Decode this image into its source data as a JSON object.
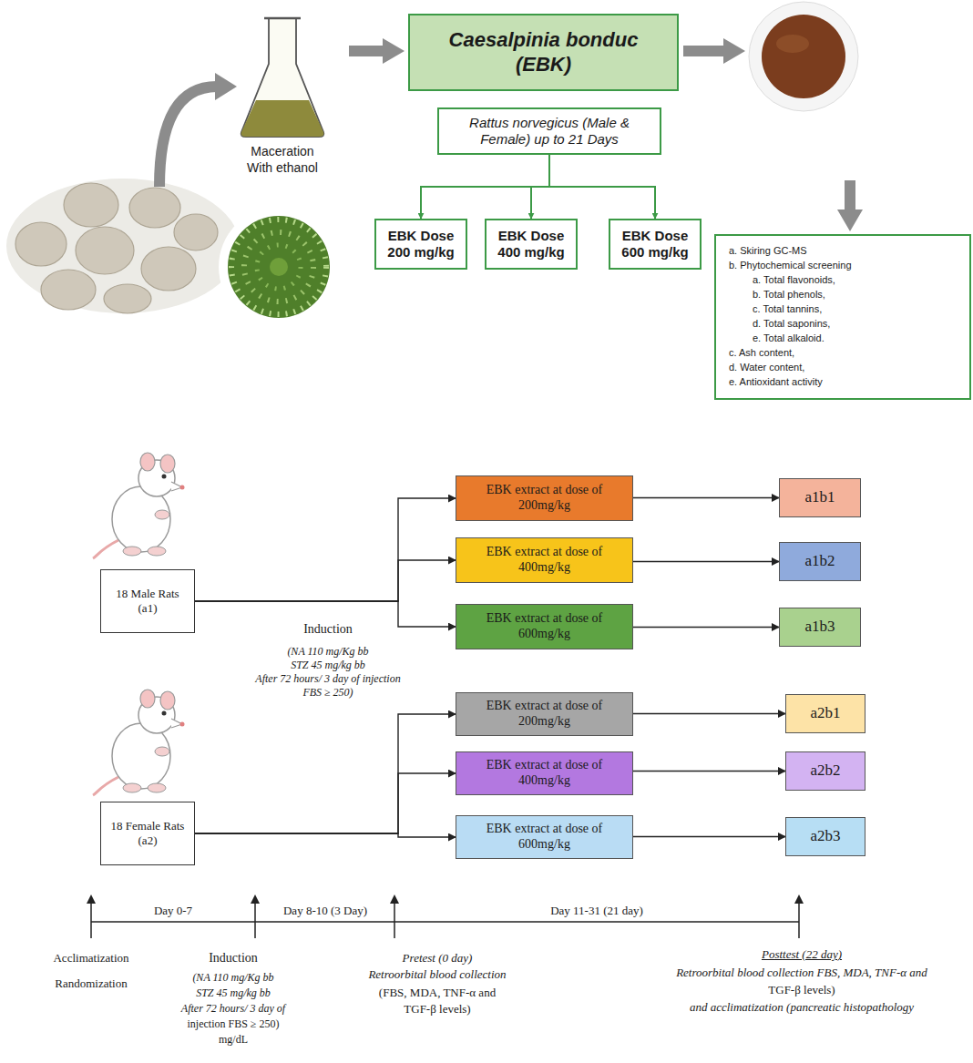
{
  "diagram": {
    "nodes": [
      {
        "text": [
          "Caesalpinia bonduc (EBK)"
        ]
      },
      {
        "text": [
          "Rattus norvegicus (Male & Female) up to 21 Days"
        ]
      },
      {
        "text": [
          "EBK Dose 200 mg/kg"
        ]
      },
      {
        "text": [
          "EBK Dose 400 mg/kg"
        ]
      },
      {
        "text": [
          "EBK Dose 600 mg/kg"
        ]
      },
      {
        "text": [
          "a. Skiring GC-MS",
          "b. Phytochemical screening",
          "a. Total flavonoids,",
          "b. Total phenols,",
          "c. Total tannins,",
          "d. Total saponins,",
          "e. Total alkaloid.",
          "c. Ash content,",
          "d. Water content,",
          "e. Antioxidant activity"
        ]
      },
      {
        "text": [
          "18 Male Rats (a1)"
        ]
      },
      {
        "text": [
          "18 Female Rats (a2)"
        ]
      },
      {
        "text": [
          "EBK extract at dose of 200mg/kg"
        ]
      },
      {
        "text": [
          "EBK extract at dose of 400mg/kg"
        ]
      },
      {
        "text": [
          "EBK extract at dose of 600mg/kg"
        ]
      },
      {
        "text": [
          "a1b1"
        ]
      },
      {
        "text": [
          "a1b2"
        ]
      },
      {
        "text": [
          "a1b3"
        ]
      },
      {
        "text": [
          "EBK extract at dose of 200mg/kg"
        ]
      },
      {
        "text": [
          "EBK extract at dose of 400mg/kg"
        ]
      },
      {
        "text": [
          "EBK extract at dose of 600mg/kg"
        ]
      },
      {
        "text": [
          "a2b1"
        ]
      },
      {
        "text": [
          "a2b2"
        ]
      },
      {
        "text": [
          "a2b3"
        ]
      }
    ],
    "edges": [
      {
        "from": 1,
        "to": 2,
        "arrow": "to"
      },
      {
        "from": 1,
        "to": 3,
        "arrow": "to"
      },
      {
        "from": 1,
        "to": 4,
        "arrow": "to"
      },
      {
        "from": 6,
        "to": 8,
        "arrow": "to"
      },
      {
        "from": 6,
        "to": 9,
        "arrow": "to"
      },
      {
        "from": 6,
        "to": 10,
        "arrow": "to"
      },
      {
        "from": 8,
        "to": 11,
        "arrow": "to"
      },
      {
        "from": 9,
        "to": 12,
        "arrow": "to"
      },
      {
        "from": 10,
        "to": 13,
        "arrow": "to"
      },
      {
        "from": 7,
        "to": 14,
        "arrow": "to"
      },
      {
        "from": 7,
        "to": 15,
        "arrow": "to"
      },
      {
        "from": 7,
        "to": 16,
        "arrow": "to"
      },
      {
        "from": 14,
        "to": 17,
        "arrow": "to"
      },
      {
        "from": 15,
        "to": 18,
        "arrow": "to"
      },
      {
        "from": 16,
        "to": 19,
        "arrow": "to"
      }
    ],
    "labels": [
      "Maceration With ethanol",
      "Induction",
      "(NA 110 mg/Kg bb",
      "STZ 45 mg/kg bb",
      "After 72 hours/ 3 day of injection",
      "FBS ≥ 250)",
      "Day 0-7",
      "Day 8-10 (3 Day)",
      "Day 11-31 (21 day)",
      "Acclimatization",
      "Randomization",
      "Induction",
      "(NA 110 mg/Kg bb",
      "STZ 45 mg/kg bb",
      "After 72 hours/ 3 day of",
      "injection FBS ≥ 250)",
      "mg/dL",
      "Pretest (0 day)",
      "Retroorbital blood collection",
      "(FBS, MDA, TNF-α and",
      "TGF-β levels)",
      "Posttest (22 day)",
      "Retroorbital blood collection FBS, MDA, TNF-α and",
      "TGF-β levels)",
      "and acclimatization (pancreatic histopathology"
    ]
  }
}
